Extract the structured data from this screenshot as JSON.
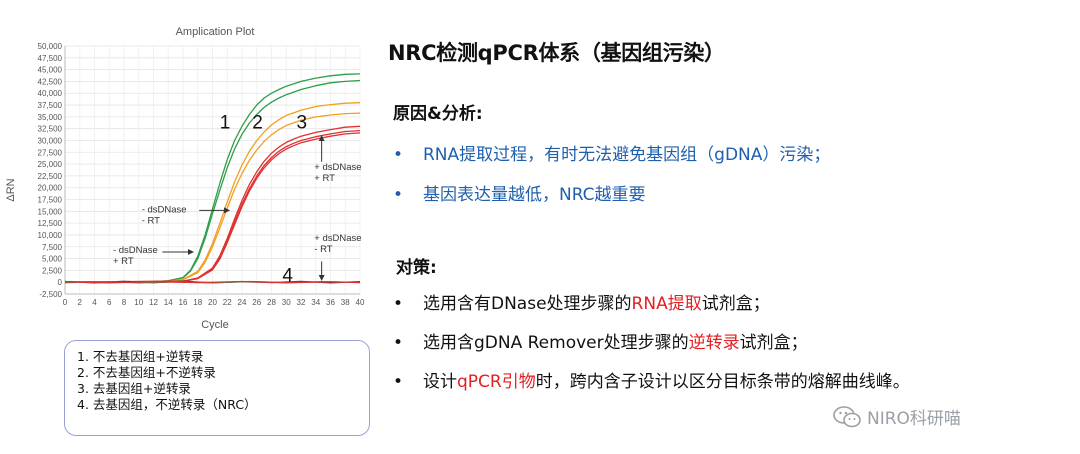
{
  "chart_data": {
    "type": "line",
    "title": "Amplication Plot",
    "xlabel": "Cycle",
    "ylabel": "ΔRN",
    "xlim": [
      0,
      40
    ],
    "ylim": [
      -2500,
      50000
    ],
    "xticks": [
      0,
      2,
      4,
      6,
      8,
      10,
      12,
      14,
      16,
      18,
      20,
      22,
      24,
      26,
      28,
      30,
      32,
      34,
      36,
      38,
      40
    ],
    "yticks": [
      "-2,500",
      "0",
      "2,500",
      "5,000",
      "7,500",
      "10,000",
      "12,500",
      "15,000",
      "17,500",
      "20,000",
      "22,500",
      "25,000",
      "27,500",
      "30,000",
      "32,500",
      "35,000",
      "37,500",
      "40,000",
      "42,500",
      "45,000",
      "47,500",
      "50,000"
    ],
    "series": [
      {
        "color": "#2e9e4a",
        "x": [
          0,
          12,
          14,
          16,
          17,
          18,
          19,
          20,
          21,
          22,
          23,
          24,
          25,
          26,
          27,
          28,
          29,
          30,
          32,
          34,
          36,
          38,
          40
        ],
        "y": [
          0,
          100,
          300,
          1000,
          2500,
          5500,
          10000,
          15500,
          21000,
          26000,
          30000,
          33000,
          35500,
          37500,
          39000,
          40000,
          40800,
          41500,
          42500,
          43200,
          43700,
          44000,
          44100
        ]
      },
      {
        "color": "#2e9e4a",
        "x": [
          0,
          12,
          14,
          16,
          17,
          18,
          19,
          20,
          21,
          22,
          23,
          24,
          25,
          26,
          27,
          28,
          29,
          30,
          32,
          34,
          36,
          38,
          40
        ],
        "y": [
          0,
          100,
          300,
          900,
          2300,
          5000,
          9300,
          14500,
          19500,
          24300,
          28200,
          31300,
          33700,
          35500,
          37000,
          38100,
          39000,
          39700,
          40800,
          41600,
          42200,
          42500,
          42700
        ]
      },
      {
        "color": "#f0a020",
        "x": [
          0,
          14,
          16,
          18,
          19,
          20,
          21,
          22,
          23,
          24,
          25,
          26,
          27,
          28,
          29,
          30,
          32,
          34,
          36,
          38,
          40
        ],
        "y": [
          0,
          150,
          600,
          2300,
          4700,
          8200,
          12500,
          17000,
          21200,
          24800,
          27700,
          30000,
          31800,
          33300,
          34400,
          35300,
          36400,
          37200,
          37600,
          37900,
          38000
        ]
      },
      {
        "color": "#f0a020",
        "x": [
          0,
          14,
          16,
          18,
          19,
          20,
          21,
          22,
          23,
          24,
          25,
          26,
          27,
          28,
          29,
          30,
          32,
          34,
          36,
          38,
          40
        ],
        "y": [
          0,
          150,
          500,
          2000,
          4200,
          7500,
          11500,
          15700,
          19700,
          23000,
          25800,
          28000,
          29800,
          31200,
          32300,
          33200,
          34300,
          35000,
          35400,
          35700,
          35800
        ]
      },
      {
        "color": "#e03030",
        "x": [
          0,
          16,
          18,
          20,
          21,
          22,
          23,
          24,
          25,
          26,
          27,
          28,
          29,
          30,
          31,
          32,
          34,
          36,
          38,
          40
        ],
        "y": [
          0,
          200,
          900,
          3000,
          5600,
          9300,
          13400,
          17300,
          20700,
          23400,
          25600,
          27300,
          28600,
          29600,
          30300,
          30900,
          31700,
          32300,
          32800,
          33000
        ]
      },
      {
        "color": "#e03030",
        "x": [
          0,
          16,
          18,
          20,
          21,
          22,
          23,
          24,
          25,
          26,
          27,
          28,
          29,
          30,
          31,
          32,
          34,
          36,
          38,
          40
        ],
        "y": [
          0,
          200,
          800,
          2800,
          5200,
          8800,
          12700,
          16500,
          19800,
          22500,
          24700,
          26400,
          27700,
          28700,
          29400,
          30000,
          30800,
          31400,
          31900,
          32100
        ]
      },
      {
        "color": "#e03030",
        "x": [
          0,
          16,
          18,
          20,
          21,
          22,
          23,
          24,
          25,
          26,
          27,
          28,
          29,
          30,
          31,
          32,
          34,
          36,
          38,
          40
        ],
        "y": [
          0,
          180,
          750,
          2600,
          4900,
          8400,
          12200,
          16000,
          19300,
          22000,
          24200,
          25900,
          27200,
          28200,
          28900,
          29500,
          30300,
          30900,
          31400,
          31600
        ]
      },
      {
        "color": "#444444",
        "x": [
          0,
          4,
          8,
          12,
          16,
          20,
          24,
          28,
          32,
          36,
          40
        ],
        "y": [
          150,
          -120,
          180,
          -100,
          200,
          -150,
          120,
          -80,
          160,
          -120,
          100
        ]
      },
      {
        "color": "#2e9e4a",
        "x": [
          0,
          5,
          10,
          15,
          20,
          25,
          30,
          35,
          40
        ],
        "y": [
          -100,
          120,
          -150,
          100,
          -120,
          150,
          -100,
          120,
          -80
        ]
      },
      {
        "color": "#e03030",
        "x": [
          0,
          6,
          12,
          18,
          24,
          30,
          36,
          40
        ],
        "y": [
          80,
          -130,
          110,
          -90,
          140,
          -110,
          90,
          -60
        ]
      }
    ],
    "curve_labels": [
      {
        "text": "1",
        "x": 21.7,
        "y": 32500
      },
      {
        "text": "2",
        "x": 26.1,
        "y": 32500
      },
      {
        "text": "3",
        "x": 32.1,
        "y": 32500
      },
      {
        "text": "4",
        "x": 30.2,
        "y": 150
      }
    ],
    "annotations": [
      {
        "lines": [
          "+ dsDNase",
          "+ RT"
        ],
        "x": 33.8,
        "y": 23700,
        "arrow": {
          "from": [
            34.8,
            25500
          ],
          "to": [
            34.8,
            31000
          ]
        }
      },
      {
        "lines": [
          "- dsDNase",
          "- RT"
        ],
        "x": 10.4,
        "y": 14800,
        "arrow": {
          "from": [
            18.2,
            15200
          ],
          "to": [
            22.3,
            15200
          ]
        }
      },
      {
        "lines": [
          "- dsDNase",
          "+ RT"
        ],
        "x": 6.5,
        "y": 6200,
        "arrow": {
          "from": [
            13.2,
            6400
          ],
          "to": [
            17.4,
            6400
          ]
        }
      },
      {
        "lines": [
          "+ dsDNase",
          "- RT"
        ],
        "x": 33.8,
        "y": 8700,
        "arrow": {
          "from": [
            34.8,
            4400
          ],
          "to": [
            34.8,
            400
          ]
        }
      }
    ]
  },
  "legend": {
    "items": [
      "1. 不去基因组+逆转录",
      "2. 不去基因组+不逆转录",
      "3. 去基因组+逆转录",
      "4. 去基因组，不逆转录（NRC）"
    ]
  },
  "slide": {
    "title": "NRC检测qPCR体系（基因组污染）",
    "reason_head": "原因&分析:",
    "reasons": [
      "RNA提取过程，有时无法避免基因组（gDNA）污染；",
      "基因表达量越低，NRC越重要"
    ],
    "bullet_char": "•",
    "strategy_head": "对策:",
    "strategies": [
      {
        "pre": "选用含有DNase处理步骤的",
        "hl": "RNA提取",
        "post": "试剂盒；"
      },
      {
        "pre": "选用含gDNA Remover处理步骤的",
        "hl": "逆转录",
        "post": "试剂盒；"
      },
      {
        "pre": "设计",
        "hl": "qPCR引物",
        "post": "时，跨内含子设计以区分目标条带的熔解曲线峰。"
      }
    ]
  },
  "watermark": {
    "text": "NIRO科研喵",
    "icon": "wechat-icon"
  }
}
